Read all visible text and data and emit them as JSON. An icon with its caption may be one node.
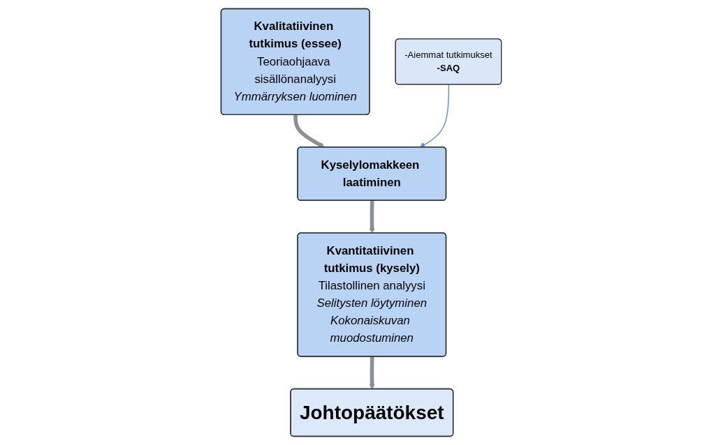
{
  "diagram": {
    "nodes": [
      {
        "text": [
          "Kvalitatiivinen tutkimus (essee)",
          "Teoriaohjaava sisällönanalyysi",
          "Ymmärryksen luominen"
        ]
      },
      {
        "text": [
          "Kyselylomakkeen laatiminen"
        ]
      },
      {
        "text": [
          "-Aiemmat tutkimukset",
          "-SAQ"
        ]
      },
      {
        "text": [
          "Kvantitatiivinen tutkimus (kysely)",
          "Tilastollinen analyysi",
          "Selitysten löytyminen",
          "Kokonaiskuvan muodostuminen"
        ]
      },
      {
        "text": [
          "Johtopäätökset"
        ]
      }
    ],
    "edges": [
      {
        "from": 0,
        "to": 1,
        "arrow": "to"
      },
      {
        "from": 2,
        "to": 1,
        "arrow": "to",
        "color": "#5b8fd6"
      },
      {
        "from": 1,
        "to": 3,
        "arrow": "to"
      },
      {
        "from": 3,
        "to": 4,
        "arrow": "to"
      }
    ]
  }
}
